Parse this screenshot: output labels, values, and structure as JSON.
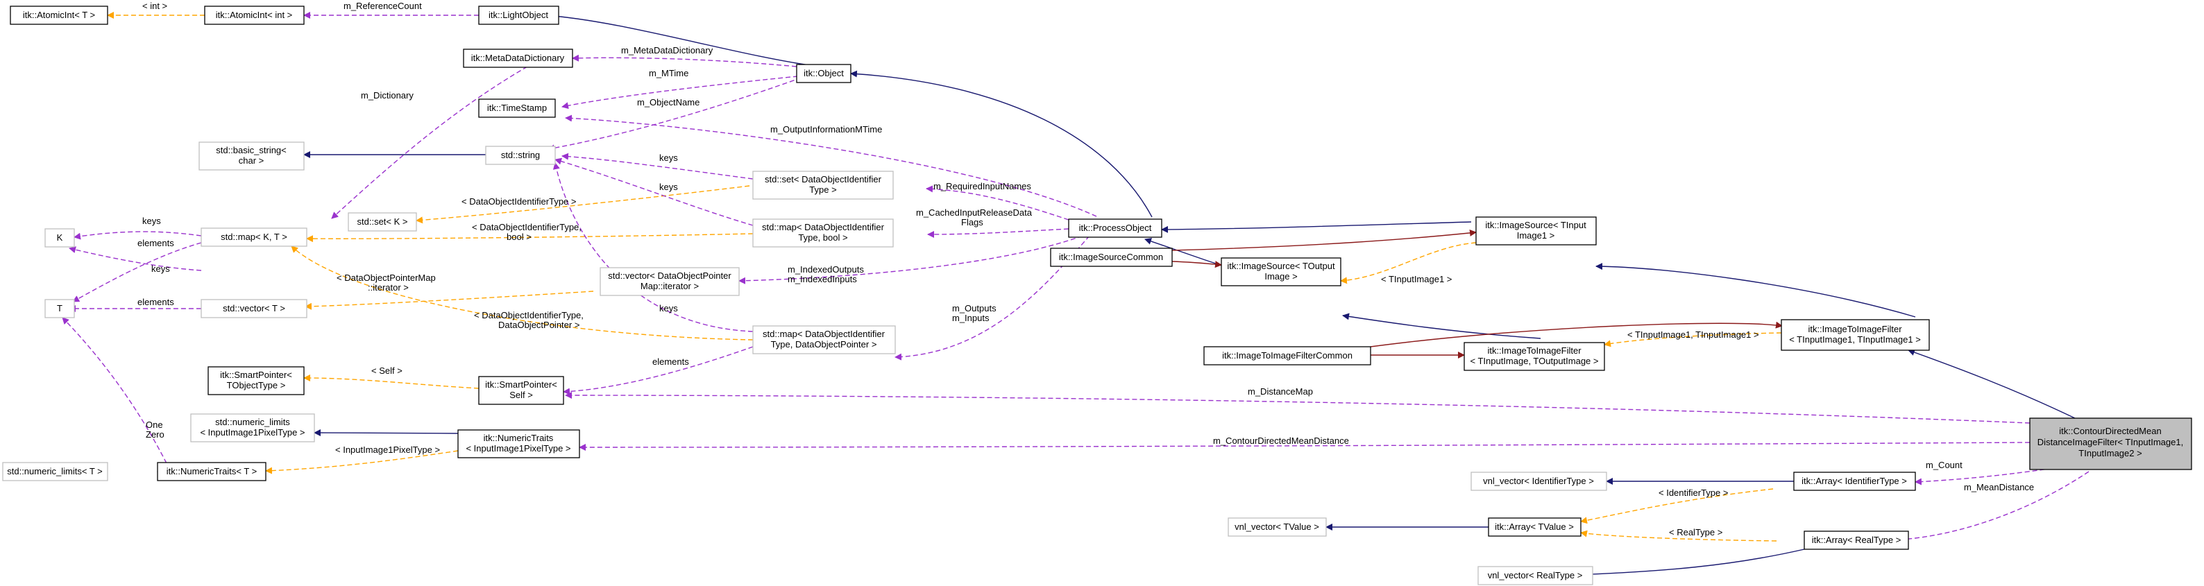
{
  "colors": {
    "inheritance": "#191970",
    "usage": "#9a32cd",
    "template": "#ffa500",
    "private_inheritance": "#8b1a1a",
    "focus_fill": "#bfbfbf",
    "grey_border": "#bfbfbf"
  },
  "nodes": {
    "atomicint_t": {
      "lines": [
        "itk::AtomicInt< T >"
      ]
    },
    "atomicint_int": {
      "lines": [
        "itk::AtomicInt< int >"
      ]
    },
    "lightobject": {
      "lines": [
        "itk::LightObject"
      ]
    },
    "metadatadictionary": {
      "lines": [
        "itk::MetaDataDictionary"
      ]
    },
    "object": {
      "lines": [
        "itk::Object"
      ]
    },
    "timestamp": {
      "lines": [
        "itk::TimeStamp"
      ]
    },
    "basic_string": {
      "lines": [
        "std::basic_string<",
        "char >"
      ]
    },
    "string": {
      "lines": [
        "std::string"
      ]
    },
    "set_doid": {
      "lines": [
        "std::set< DataObjectIdentifier",
        "Type >"
      ]
    },
    "k": {
      "lines": [
        "K"
      ]
    },
    "map_kt": {
      "lines": [
        "std::map< K, T >"
      ]
    },
    "set_k": {
      "lines": [
        "std::set< K >"
      ]
    },
    "map_doid_bool": {
      "lines": [
        "std::map< DataObjectIdentifier",
        "Type, bool >"
      ]
    },
    "processobject": {
      "lines": [
        "itk::ProcessObject"
      ]
    },
    "vector_dop": {
      "lines": [
        "std::vector< DataObjectPointer",
        "Map::iterator >"
      ]
    },
    "t": {
      "lines": [
        "T"
      ]
    },
    "vector_t": {
      "lines": [
        "std::vector< T >"
      ]
    },
    "map_doid_dop": {
      "lines": [
        "std::map< DataObjectIdentifier",
        "Type, DataObjectPointer >"
      ]
    },
    "imagesourcecommon": {
      "lines": [
        "itk::ImageSourceCommon"
      ]
    },
    "imagesource_out": {
      "lines": [
        "itk::ImageSource< TOutput",
        "Image >"
      ]
    },
    "imagesource_in1": {
      "lines": [
        "itk::ImageSource< TInput",
        "Image1 >"
      ]
    },
    "smartpointer_t": {
      "lines": [
        "itk::SmartPointer<",
        "TObjectType >"
      ]
    },
    "smartpointer_self": {
      "lines": [
        "itk::SmartPointer<",
        "Self >"
      ]
    },
    "itifc": {
      "lines": [
        "itk::ImageToImageFilterCommon"
      ]
    },
    "itif_in_out": {
      "lines": [
        "itk::ImageToImageFilter",
        "< TInputImage, TOutputImage >"
      ]
    },
    "itif_in1_in1": {
      "lines": [
        "itk::ImageToImageFilter",
        "< TInputImage1, TInputImage1 >"
      ]
    },
    "numeric_limits_in1": {
      "lines": [
        "std::numeric_limits",
        "< InputImage1PixelType >"
      ]
    },
    "numerictraits_in1": {
      "lines": [
        "itk::NumericTraits",
        "< InputImage1PixelType >"
      ]
    },
    "numeric_limits_t": {
      "lines": [
        "std::numeric_limits< T >"
      ]
    },
    "numerictraits_t": {
      "lines": [
        "itk::NumericTraits< T >"
      ]
    },
    "contour": {
      "lines": [
        "itk::ContourDirectedMean",
        "DistanceImageFilter< TInputImage1,",
        "TInputImage2 >"
      ]
    },
    "vnl_identifier": {
      "lines": [
        "vnl_vector< IdentifierType >"
      ]
    },
    "array_identifier": {
      "lines": [
        "itk::Array< IdentifierType >"
      ]
    },
    "vnl_tvalue": {
      "lines": [
        "vnl_vector< TValue >"
      ]
    },
    "array_tvalue": {
      "lines": [
        "itk::Array< TValue >"
      ]
    },
    "array_realtype": {
      "lines": [
        "itk::Array< RealType >"
      ]
    },
    "vnl_realtype": {
      "lines": [
        "vnl_vector< RealType >"
      ]
    }
  },
  "edge_labels": {
    "int": [
      "< int >"
    ],
    "m_referencecount": [
      "m_ReferenceCount"
    ],
    "m_metadatadictionary": [
      "m_MetaDataDictionary"
    ],
    "m_mtime": [
      "m_MTime"
    ],
    "m_dictionary": [
      "m_Dictionary"
    ],
    "m_objectname": [
      "m_ObjectName"
    ],
    "m_outputinformationmtime": [
      "m_OutputInformationMTime"
    ],
    "keys_set": [
      "keys"
    ],
    "m_requiredinputnames": [
      "m_RequiredInputNames"
    ],
    "keys_k": [
      "keys"
    ],
    "doid_type": [
      "< DataObjectIdentifierType >"
    ],
    "keys_map_bool": [
      "keys"
    ],
    "m_cachedinputreleasedataflags": [
      "m_CachedInputReleaseData",
      "Flags"
    ],
    "elements_t": [
      "elements"
    ],
    "doid_type_bool": [
      "< DataObjectIdentifierType,",
      "bool >"
    ],
    "keys_kt": [
      "keys"
    ],
    "m_indexedoutputs": [
      "m_IndexedOutputs",
      "m_IndexedInputs"
    ],
    "dopm_iterator": [
      "< DataObjectPointerMap",
      "::iterator >"
    ],
    "elements_vector": [
      "elements"
    ],
    "doid_type_dop": [
      "< DataObjectIdentifierType,",
      "DataObjectPointer >"
    ],
    "keys_map_dop": [
      "keys"
    ],
    "tinputimage1": [
      "< TInputImage1 >"
    ],
    "m_outputs": [
      "m_Outputs",
      "m_Inputs"
    ],
    "elements_smartpointer": [
      "elements"
    ],
    "tinputimage1_pair": [
      "< TInputImage1, TInputImage1 >"
    ],
    "self": [
      "< Self >"
    ],
    "m_distancemap": [
      "m_DistanceMap"
    ],
    "one_zero": [
      "One",
      "Zero"
    ],
    "inputimage1pixeltype": [
      "< InputImage1PixelType >"
    ],
    "m_contourdirectedmeandistance": [
      "m_ContourDirectedMeanDistance"
    ],
    "m_count": [
      "m_Count"
    ],
    "identifiertype": [
      "< IdentifierType >"
    ],
    "m_meandistance": [
      "m_MeanDistance"
    ],
    "realtype": [
      "< RealType >"
    ]
  }
}
